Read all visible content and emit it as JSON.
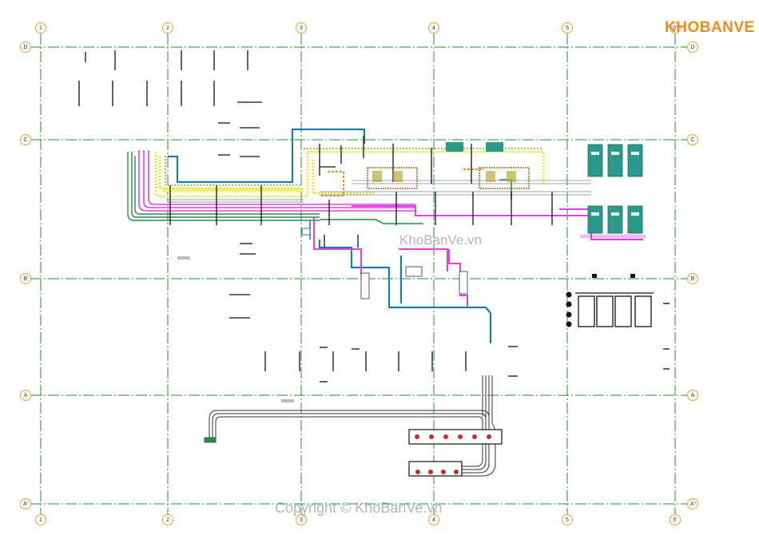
{
  "drawing": {
    "grid_columns": [
      "1",
      "2",
      "3",
      "4",
      "5",
      "5'"
    ],
    "grid_rows": [
      "D",
      "C",
      "B",
      "A",
      "A'"
    ],
    "colors": {
      "grid": "#1f8f3a",
      "bubble": "#f0a030",
      "cyan_pipe": "#1a7fa8",
      "magenta_pipe": "#e040e0",
      "yellow_pipe": "#e6e633",
      "green_pipe": "#2a8a4a",
      "equipment": "#2a9a8a",
      "black": "#111111"
    }
  },
  "branding": {
    "logo_text": "KHOBANVE",
    "logo_icon": "house-roof-icon"
  },
  "watermarks": {
    "center": "KhoBanVe.vn",
    "footer": "Copyright © KhoBanVe.vn"
  }
}
